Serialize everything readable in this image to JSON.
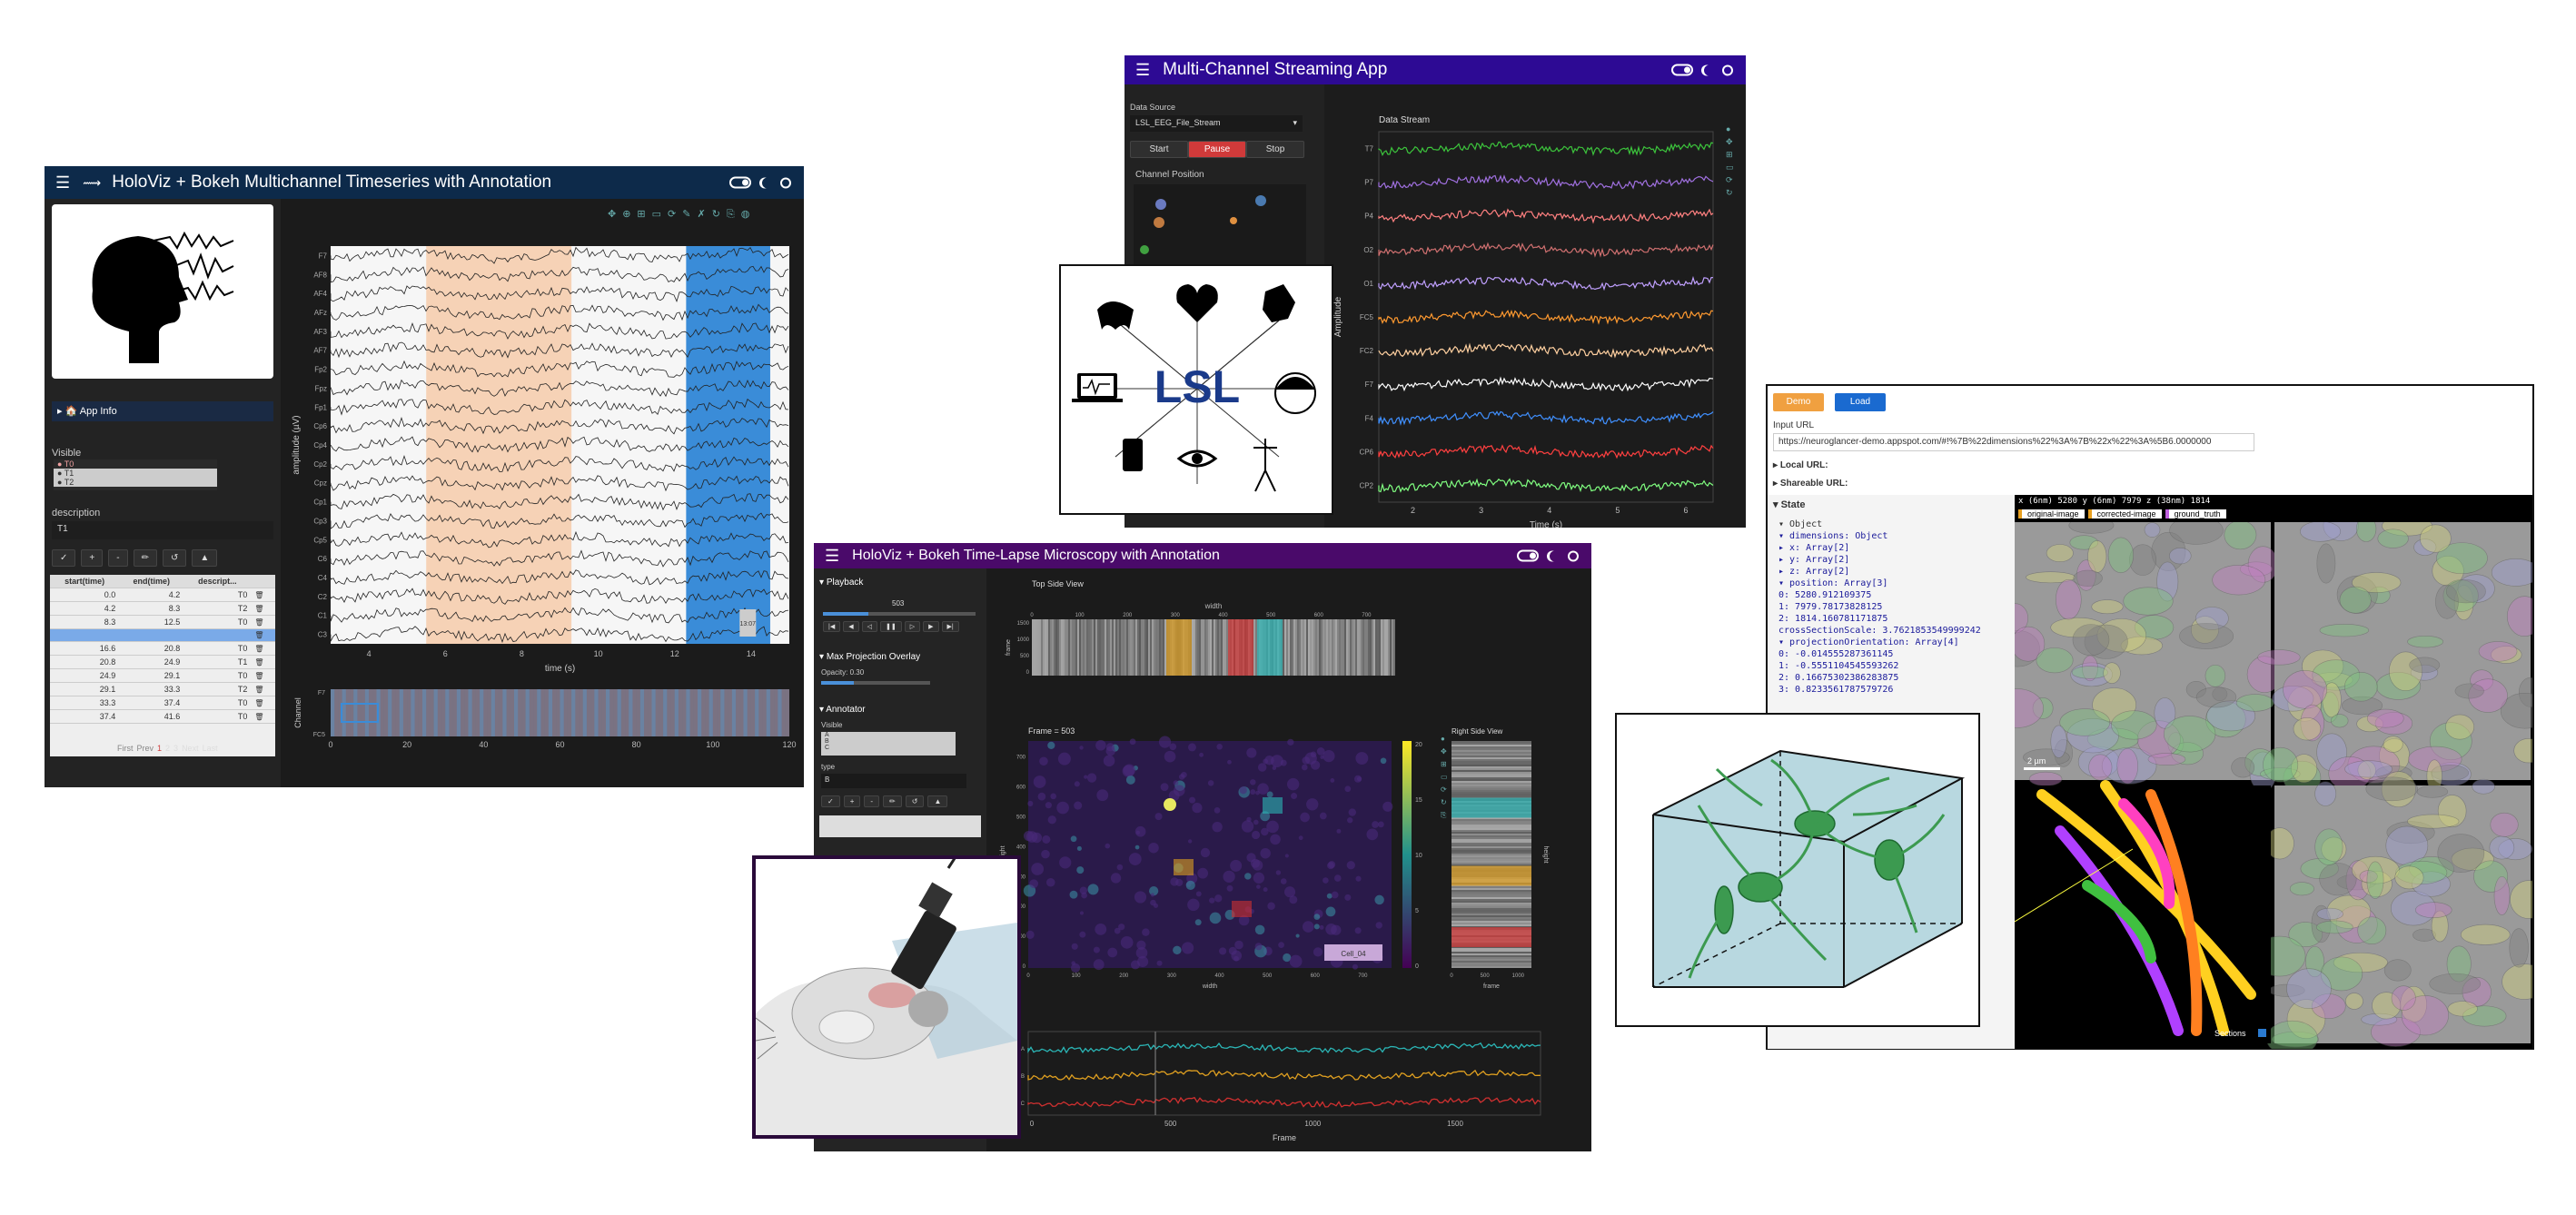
{
  "colors": {
    "holoviz_header": "#0d2a4a",
    "lsl_header": "#2d0a94",
    "micro_header": "#4a0a6a",
    "orange": "#f0a060",
    "blue": "#3a8cd8",
    "teal": "#2bb5b5",
    "gold": "#e0a020",
    "red": "#d03030",
    "accent_red": "#d03a3a"
  },
  "eeg": {
    "title": "HoloViz + Bokeh Multichannel Timeseries with Annotation",
    "app_info": "App Info",
    "visible_label": "Visible",
    "visible_items": [
      "T0",
      "T1",
      "T2"
    ],
    "description_label": "description",
    "description_value": "T1",
    "tool_buttons": [
      "✓",
      "+",
      "-",
      "✏",
      "↺",
      "▲"
    ],
    "table_headers": [
      "start(time)",
      "end(time)",
      "descript..."
    ],
    "table_rows": [
      [
        "0.0",
        "4.2",
        "T0"
      ],
      [
        "4.2",
        "8.3",
        "T2"
      ],
      [
        "8.3",
        "12.5",
        "T0"
      ],
      [
        "",
        "",
        ""
      ],
      [
        "16.6",
        "20.8",
        "T0"
      ],
      [
        "20.8",
        "24.9",
        "T1"
      ],
      [
        "24.9",
        "29.1",
        "T0"
      ],
      [
        "29.1",
        "33.3",
        "T2"
      ],
      [
        "33.3",
        "37.4",
        "T0"
      ],
      [
        "37.4",
        "41.6",
        "T0"
      ]
    ],
    "pager": [
      "First",
      "Prev",
      "1",
      "2",
      "3",
      "Next",
      "Last"
    ],
    "channels": [
      "F7",
      "AF8",
      "AF4",
      "AFz",
      "AF3",
      "AF7",
      "Fp2",
      "Fpz",
      "Fp1",
      "Cp6",
      "Cp4",
      "Cp2",
      "Cpz",
      "Cp1",
      "Cp3",
      "Cp5",
      "C6",
      "C4",
      "C2",
      "C1",
      "C3"
    ],
    "ylabel": "amplitude (µV)",
    "xlabel": "time (s)",
    "xticks": [
      "4",
      "6",
      "8",
      "10",
      "12",
      "14"
    ],
    "minimap_ylabel": "Channel",
    "minimap_yticks": [
      "F7",
      "FC5"
    ],
    "minimap_xticks": [
      "0",
      "20",
      "40",
      "60",
      "80",
      "100",
      "120"
    ],
    "stamp": "13:07"
  },
  "lsl": {
    "title": "Multi-Channel Streaming App",
    "data_source_label": "Data Source",
    "data_source_value": "LSL_EEG_File_Stream",
    "buttons": [
      "Start",
      "Pause",
      "Stop"
    ],
    "channel_position_label": "Channel Position",
    "stream_title": "Data Stream",
    "ylabel": "Amplitude",
    "xlabel": "Time (s)",
    "channels": [
      "T7",
      "P7",
      "P4",
      "O2",
      "O1",
      "FC5",
      "FC2",
      "F7",
      "F4",
      "CP6",
      "CP2"
    ],
    "channel_colors": [
      "#3cc43c",
      "#a070e0",
      "#ff8080",
      "#d07070",
      "#c0a0ff",
      "#ff9a30",
      "#ffd0a0",
      "#ffffff",
      "#4090ff",
      "#ff4040",
      "#80ff80"
    ],
    "xticks": [
      "2",
      "3",
      "4",
      "5",
      "6"
    ],
    "logo_text": "LSL"
  },
  "micro": {
    "title": "HoloViz + Bokeh Time-Lapse Microscopy with Annotation",
    "playback_label": "Playback",
    "frame_value": "503",
    "mpo_label": "Max Projection Overlay",
    "opacity_label": "Opacity: 0.30",
    "annotator_label": "Annotator",
    "visible_label": "Visible",
    "visible_items": [
      "A",
      "B",
      "C"
    ],
    "type_label": "type",
    "type_value": "B",
    "tool_buttons": [
      "✓",
      "+",
      "-",
      "✏",
      "↺",
      "▲"
    ],
    "top_view_label": "Top Side View",
    "top_xlabel": "width",
    "top_ylabel": "frame",
    "top_xticks": [
      "0",
      "100",
      "200",
      "300",
      "400",
      "500",
      "600",
      "700"
    ],
    "top_yticks": [
      "1500",
      "1000",
      "500",
      "0"
    ],
    "frame_title": "Frame = 503",
    "main_xlabel": "width",
    "main_ylabel": "height",
    "main_xticks": [
      "0",
      "100",
      "200",
      "300",
      "400",
      "500",
      "600",
      "700"
    ],
    "main_yticks": [
      "0",
      "100",
      "200",
      "300",
      "400",
      "500",
      "600",
      "700"
    ],
    "colorbar_ticks": [
      "20",
      "15",
      "10",
      "5",
      "0"
    ],
    "badge": "Cell_04",
    "right_view_label": "Right Side View",
    "right_xlabel": "frame",
    "right_ylabel": "height",
    "right_xticks": [
      "0",
      "500",
      "1000"
    ],
    "trace_xticks": [
      "0",
      "500",
      "1000",
      "1500"
    ],
    "trace_xlabel": "Frame",
    "trace_yticks": [
      "A",
      "B",
      "C"
    ]
  },
  "ng": {
    "btn_demo": "Demo",
    "btn_load": "Load",
    "input_label": "Input URL",
    "input_value": "https://neuroglancer-demo.appspot.com/#!%7B%22dimensions%22%3A%7B%22x%22%3A%5B6.0000000",
    "local_url": "Local URL:",
    "shareable_url": "Shareable URL:",
    "state_label": "State",
    "state_lines": [
      "▾ Object",
      "▾ dimensions: Object",
      "  ▸ x: Array[2]",
      "  ▸ y: Array[2]",
      "  ▸ z: Array[2]",
      "▾ position: Array[3]",
      "  0: 5280.912109375",
      "  1: 7979.78173828125",
      "  2: 1814.160781171875",
      "crossSectionScale: 3.7621853549999242",
      "▾ projectionOrientation: Array[4]",
      "  0: -0.014555287361145",
      "  1: -0.5551104545593262",
      "  2: 0.16675302386283875",
      "  3: 0.8233561787579726"
    ],
    "coords": "x (6nm) 5280  y (6nm) 7979  z (38nm) 1814",
    "layers": [
      "original-image",
      "corrected-image",
      "ground_truth"
    ],
    "layer_colors": [
      "#e8a020",
      "#e8a020",
      "#c060e0"
    ],
    "scale_bar": "2 µm",
    "sections_label": "Sections"
  }
}
